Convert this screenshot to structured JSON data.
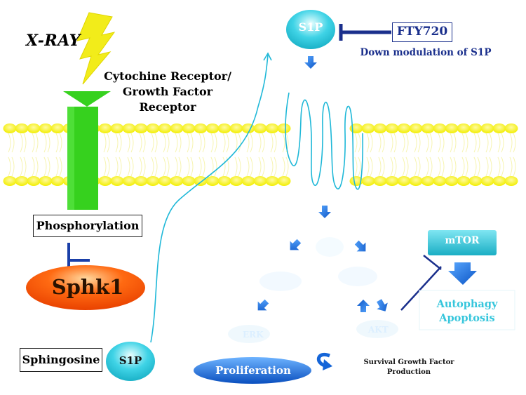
{
  "labels": {
    "xray": "X-RAY",
    "receptor_line1": "Cytochine Receptor/",
    "receptor_line2": "Growth Factor",
    "receptor_line3": "Receptor",
    "phosphorylation": "Phosphorylation",
    "sphk1": "Sphk1",
    "sphingosine": "Sphingosine",
    "s1p_bottom": "S1P",
    "s1p_top": "S1P",
    "fty720": "FTY720",
    "down_modulation": "Down modulation of S1P",
    "mtor": "mTOR",
    "autophagy": "Autophagy",
    "apoptosis": "Apoptosis",
    "erk": "ERK",
    "akt": "AKT",
    "proliferation": "Proliferation",
    "survival_line1": "Survival Growth Factor",
    "survival_line2": "Production"
  },
  "colors": {
    "lightning": "#f2ec1a",
    "receptor": "#36d11e",
    "membrane": "#f5f20a",
    "sphk1_fill": "#ff5a08",
    "cyan_node": "#2ec8dc",
    "blue_arrow": "#1570d6",
    "inhibit_line": "#1a2f8c",
    "proliferation": "#1656c4",
    "autophagy_text": "#36c6dc"
  }
}
